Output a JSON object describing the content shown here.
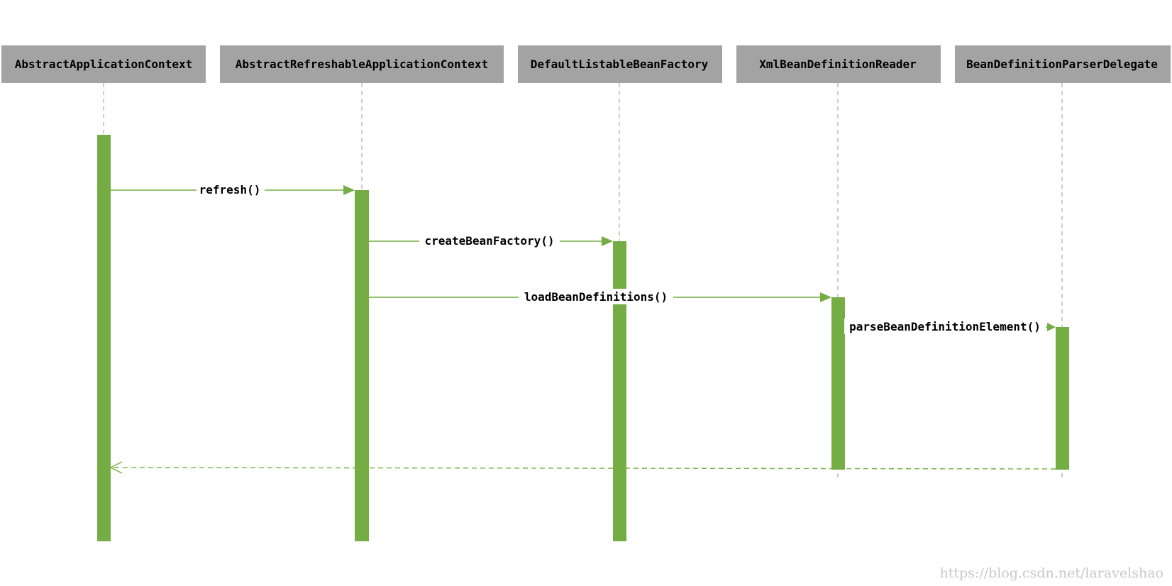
{
  "participants": [
    {
      "id": "aac",
      "label": "AbstractApplicationContext"
    },
    {
      "id": "arac",
      "label": "AbstractRefreshableApplicationContext"
    },
    {
      "id": "dlbf",
      "label": "DefaultListableBeanFactory"
    },
    {
      "id": "xbdr",
      "label": "XmlBeanDefinitionReader"
    },
    {
      "id": "bdpd",
      "label": "BeanDefinitionParserDelegate"
    }
  ],
  "messages": [
    {
      "from": "aac",
      "to": "arac",
      "label": "refresh()",
      "kind": "sync"
    },
    {
      "from": "arac",
      "to": "dlbf",
      "label": "createBeanFactory()",
      "kind": "sync"
    },
    {
      "from": "arac",
      "to": "xbdr",
      "label": "loadBeanDefinitions()",
      "kind": "sync"
    },
    {
      "from": "xbdr",
      "to": "bdpd",
      "label": "parseBeanDefinitionElement()",
      "kind": "sync"
    },
    {
      "from": "bdpd",
      "to": "aac",
      "label": "",
      "kind": "return"
    }
  ],
  "watermark": "https://blog.csdn.net/laravelshao",
  "colors": {
    "header": "#a3a3a3",
    "activation": "#74ad43",
    "lifeline": "#b8b8b8",
    "watermark": "#c8c8c8"
  }
}
